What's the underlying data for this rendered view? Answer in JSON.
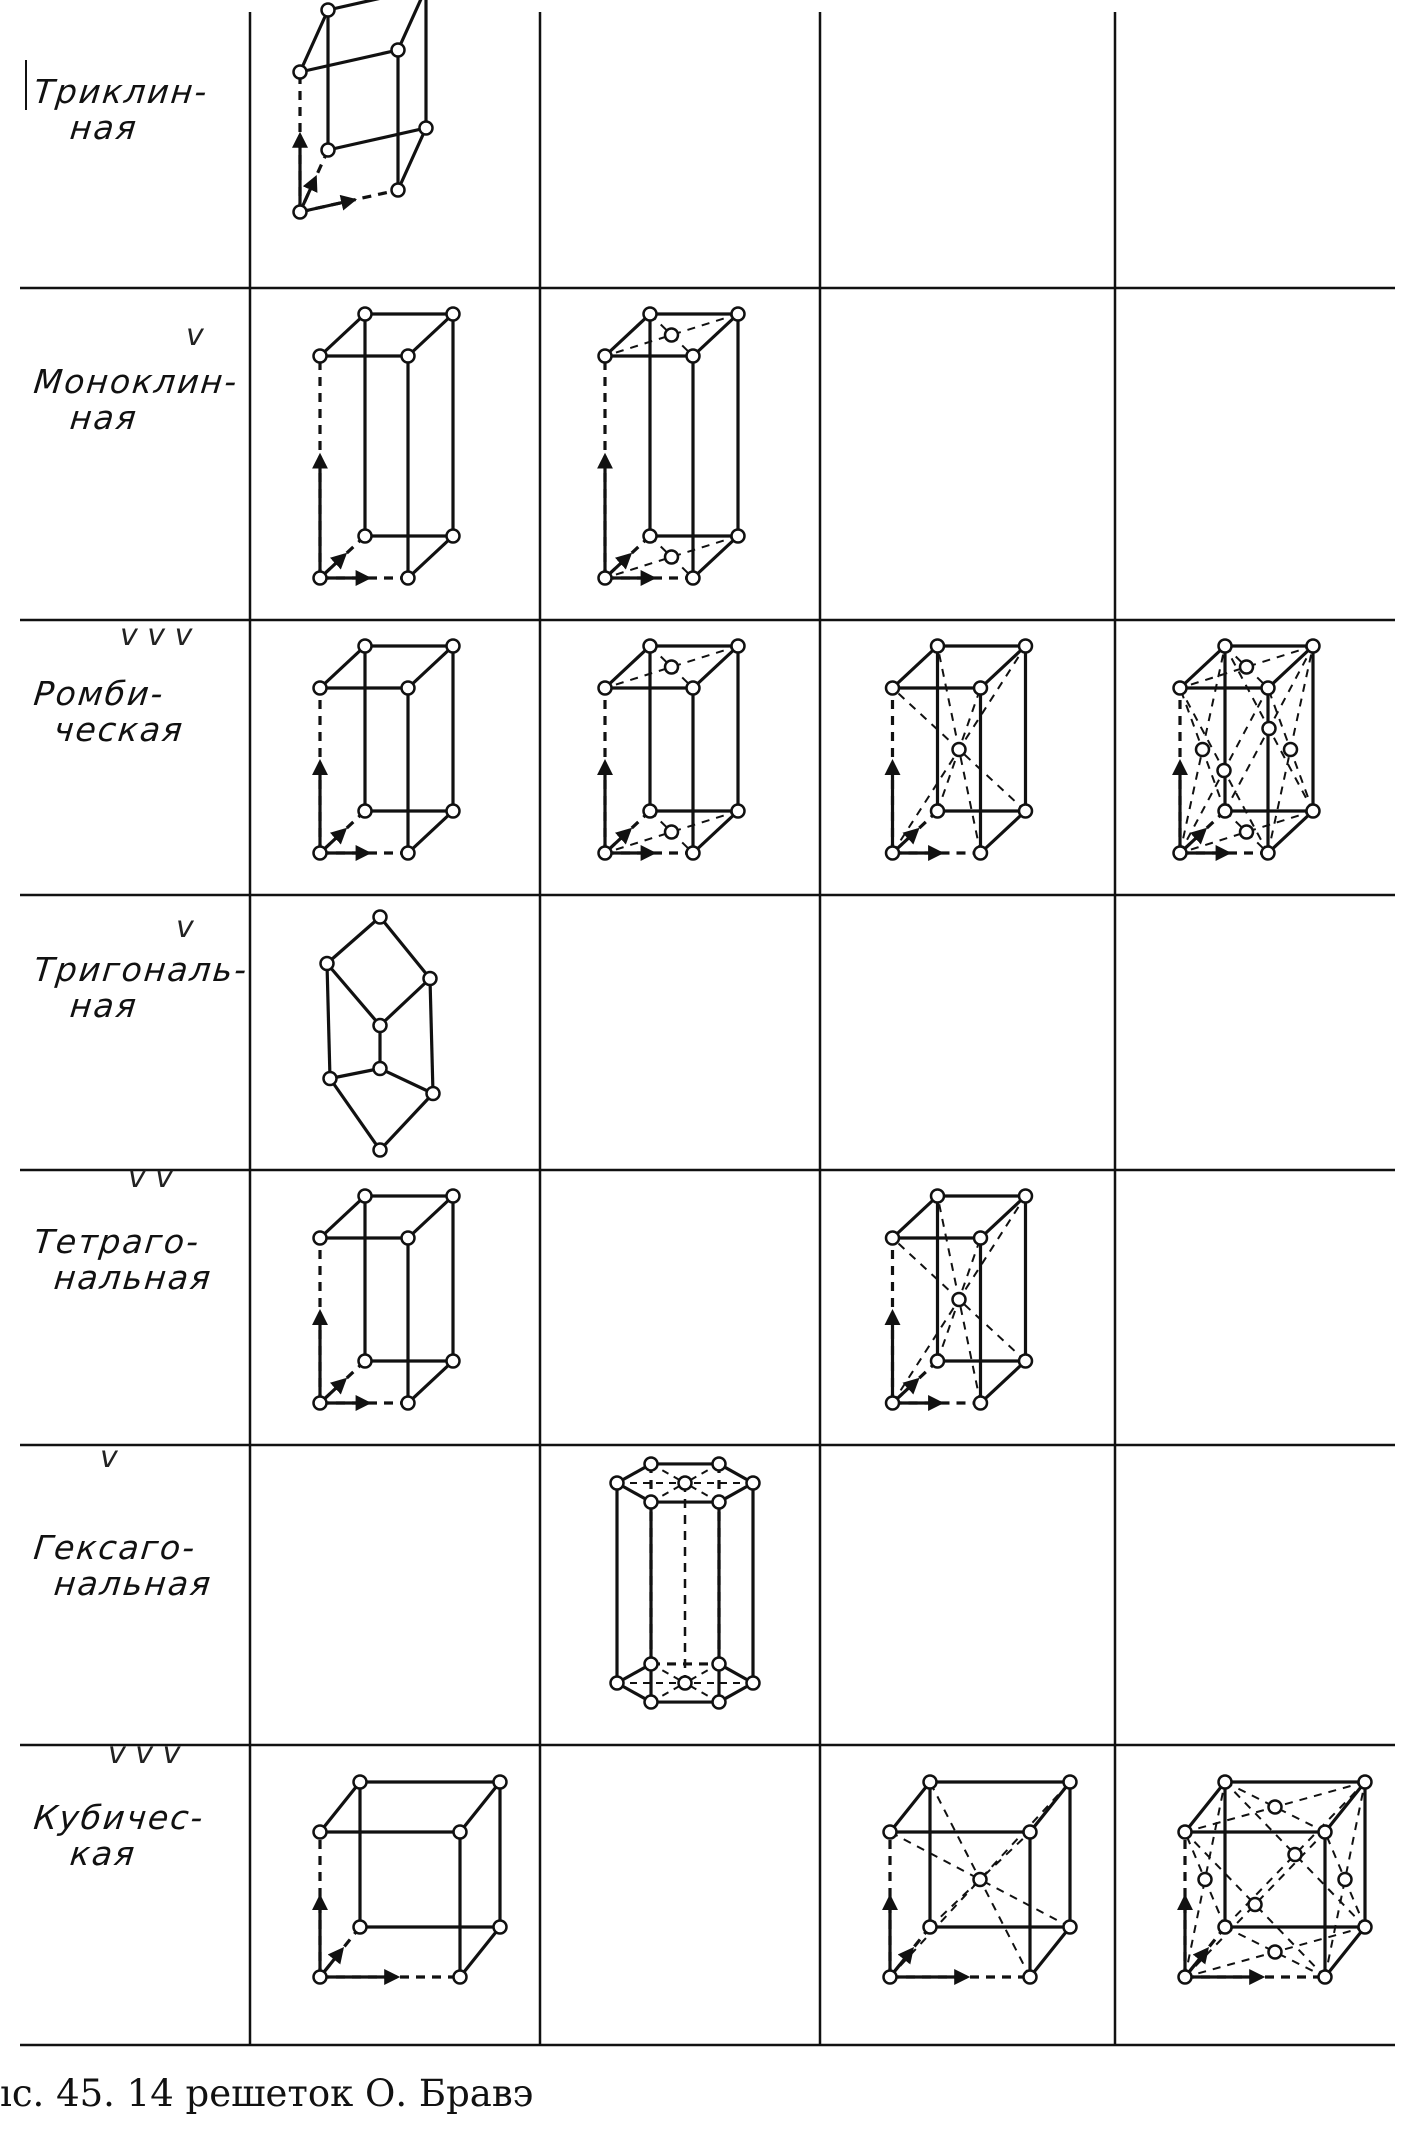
{
  "caption": "ıс. 45. 14 решеток О. Бравэ",
  "rows": [
    {
      "label_1": "Триклин-",
      "label_2": "ная",
      "mark": ""
    },
    {
      "label_1": "Моноклин-",
      "label_2": "ная",
      "mark": "v"
    },
    {
      "label_1": "Ромби-",
      "label_2": "ческая",
      "mark": "v v v"
    },
    {
      "label_1": "Тригональ-",
      "label_2": "ная",
      "mark": "v"
    },
    {
      "label_1": "Тетраго-",
      "label_2": "нальная",
      "mark": "v v"
    },
    {
      "label_1": "Гексаго-",
      "label_2": "нальная",
      "mark": "v"
    },
    {
      "label_1": "Кубичес-",
      "label_2": "кая",
      "mark": "v v v"
    }
  ],
  "cells": [
    {
      "row": 0,
      "col": 0,
      "lattice": "primitive"
    },
    {
      "row": 1,
      "col": 0,
      "lattice": "primitive"
    },
    {
      "row": 1,
      "col": 1,
      "lattice": "base-centered"
    },
    {
      "row": 2,
      "col": 0,
      "lattice": "primitive"
    },
    {
      "row": 2,
      "col": 1,
      "lattice": "base-centered"
    },
    {
      "row": 2,
      "col": 2,
      "lattice": "body-centered"
    },
    {
      "row": 2,
      "col": 3,
      "lattice": "face-centered"
    },
    {
      "row": 3,
      "col": 0,
      "lattice": "rhombohedral"
    },
    {
      "row": 4,
      "col": 0,
      "lattice": "primitive"
    },
    {
      "row": 4,
      "col": 2,
      "lattice": "body-centered"
    },
    {
      "row": 5,
      "col": 1,
      "lattice": "hexagonal"
    },
    {
      "row": 6,
      "col": 0,
      "lattice": "primitive"
    },
    {
      "row": 6,
      "col": 2,
      "lattice": "body-centered"
    },
    {
      "row": 6,
      "col": 3,
      "lattice": "face-centered"
    }
  ],
  "colors": {
    "ink": "#111111",
    "paper": "#ffffff"
  }
}
